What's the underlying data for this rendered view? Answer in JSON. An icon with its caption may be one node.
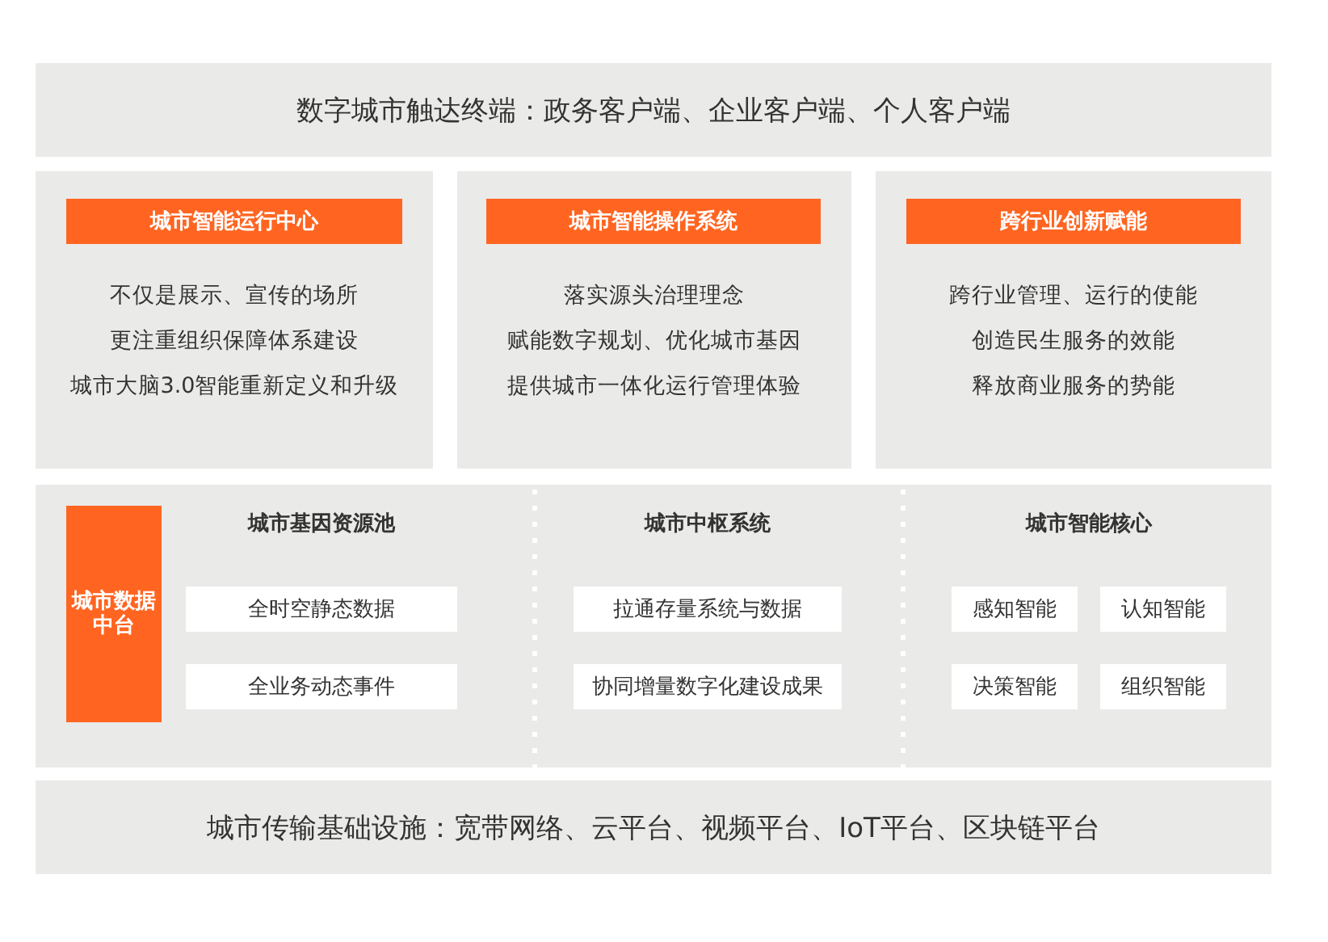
{
  "diagram": {
    "nodes": [
      {
        "text": [
          "数字城市触达终端：政务客户端、企业客户端、个人客户端"
        ]
      },
      {
        "text": [
          "不仅是展示、宣传的场所",
          "更注重组织保障体系建设",
          "城市大脑3.0智能重新定义和升级"
        ]
      },
      {
        "text": [
          "城市智能运行中心"
        ],
        "in": 1
      },
      {
        "text": [
          "落实源头治理理念",
          "赋能数字规划、优化城市基因",
          "提供城市一体化运行管理体验"
        ]
      },
      {
        "text": [
          "城市智能操作系统"
        ],
        "in": 3
      },
      {
        "text": [
          "跨行业管理、运行的使能",
          "创造民生服务的效能",
          "释放商业服务的势能"
        ]
      },
      {
        "text": [
          "跨行业创新赋能"
        ],
        "in": 5
      },
      {
        "text": [],
        "shape": "box"
      },
      {
        "text": [
          "城市数据中台"
        ],
        "in": 7
      },
      {
        "text": [
          "城市基因资源池"
        ],
        "in": 7
      },
      {
        "text": [
          "全时空静态数据"
        ],
        "in": 9
      },
      {
        "text": [
          "全业务动态事件"
        ],
        "in": 9
      },
      {
        "text": [
          "城市中枢系统"
        ],
        "in": 7
      },
      {
        "text": [
          "拉通存量系统与数据"
        ],
        "in": 12
      },
      {
        "text": [
          "协同增量数字化建设成果"
        ],
        "in": 12
      },
      {
        "text": [
          "城市智能核心"
        ],
        "in": 7
      },
      {
        "text": [
          "感知智能"
        ],
        "in": 15
      },
      {
        "text": [
          "认知智能"
        ],
        "in": 15
      },
      {
        "text": [
          "决策智能"
        ],
        "in": 15
      },
      {
        "text": [
          "组织智能"
        ],
        "in": 15
      },
      {
        "text": [
          "城市传输基础设施：宽带网络、云平台、视频平台、IoT平台、区块链平台"
        ]
      }
    ]
  }
}
